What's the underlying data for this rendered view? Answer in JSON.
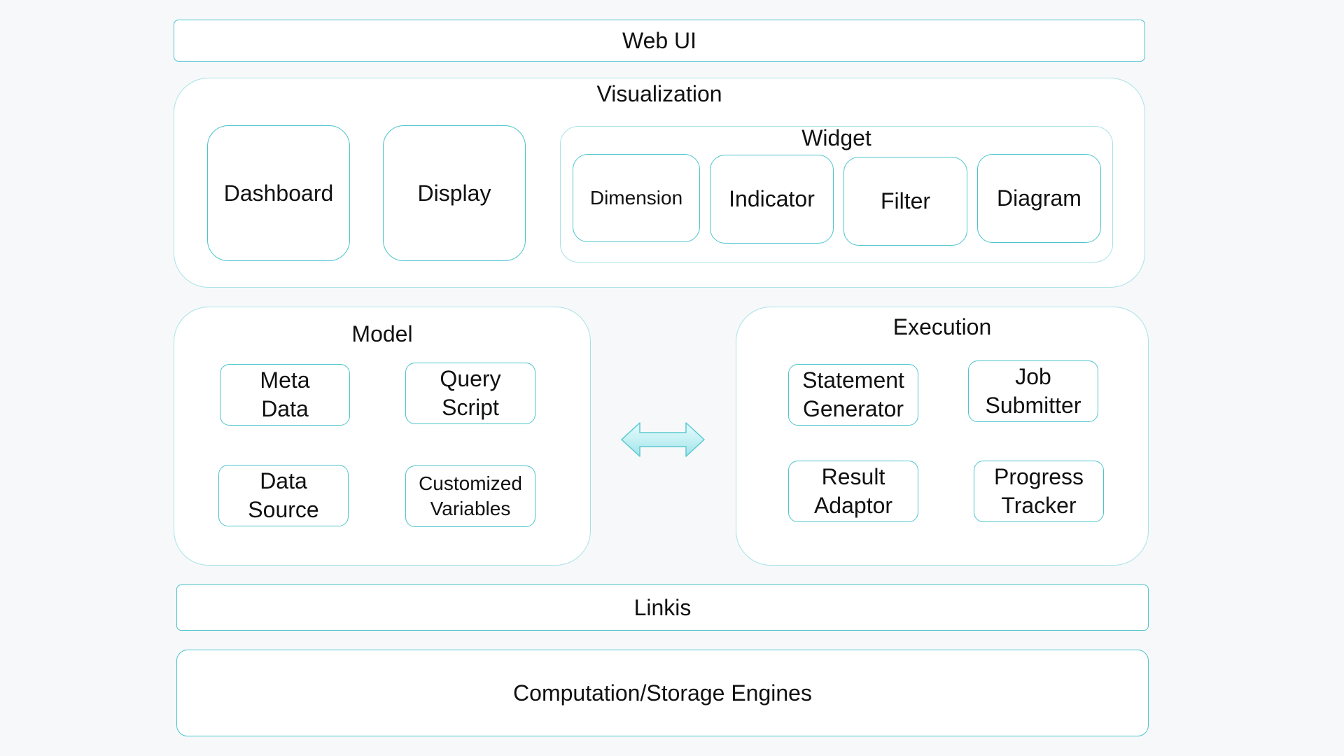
{
  "web_ui": "Web UI",
  "visualization": {
    "title": "Visualization",
    "dashboard": "Dashboard",
    "display": "Display",
    "widget": {
      "title": "Widget",
      "items": [
        "Dimension",
        "Indicator",
        "Filter",
        "Diagram"
      ]
    }
  },
  "model": {
    "title": "Model",
    "meta_data": [
      "Meta",
      "Data"
    ],
    "query_script": [
      "Query",
      "Script"
    ],
    "data_source": [
      "Data",
      "Source"
    ],
    "customized_variables": [
      "Customized",
      "Variables"
    ]
  },
  "execution": {
    "title": "Execution",
    "statement_generator": [
      "Statement",
      "Generator"
    ],
    "job_submitter": [
      "Job",
      "Submitter"
    ],
    "result_adaptor": [
      "Result",
      "Adaptor"
    ],
    "progress_tracker": [
      "Progress",
      "Tracker"
    ]
  },
  "linkis": "Linkis",
  "engines": "Computation/Storage Engines",
  "colors": {
    "border": "#4cc4cc",
    "border_light": "#a9e2e6",
    "arrow_fill": "#c6f1f4",
    "background": "#f7f8fa"
  }
}
